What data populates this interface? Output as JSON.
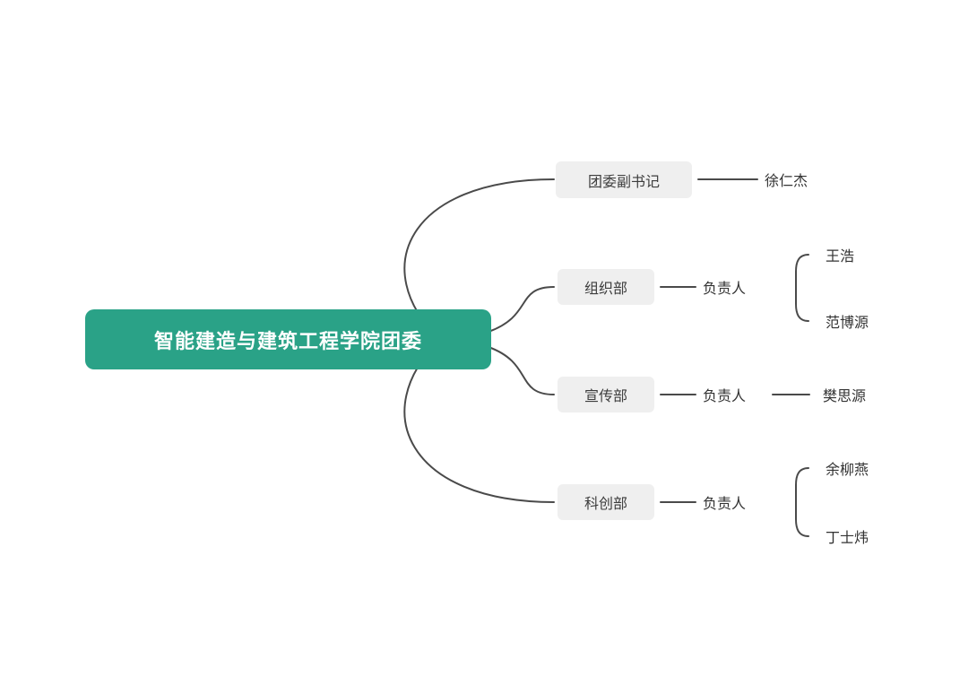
{
  "diagram": {
    "type": "mindmap-org-chart",
    "root": {
      "label": "智能建造与建筑工程学院团委"
    },
    "branches": [
      {
        "label": "团委副书记",
        "children": [
          {
            "label": "徐仁杰"
          }
        ]
      },
      {
        "label": "组织部",
        "children": [
          {
            "label": "负责人",
            "children": [
              {
                "label": "王浩"
              },
              {
                "label": "范博源"
              }
            ]
          }
        ]
      },
      {
        "label": "宣传部",
        "children": [
          {
            "label": "负责人",
            "children": [
              {
                "label": "樊思源"
              }
            ]
          }
        ]
      },
      {
        "label": "科创部",
        "children": [
          {
            "label": "负责人",
            "children": [
              {
                "label": "余柳燕"
              },
              {
                "label": "丁士炜"
              }
            ]
          }
        ]
      }
    ]
  },
  "colors": {
    "root-bg": "#2aa287",
    "root-text": "#ffffff",
    "node-bg": "#efefef",
    "node-text": "#3d3d3d",
    "leaf-text": "#333333",
    "line": "#4a4a4a"
  }
}
